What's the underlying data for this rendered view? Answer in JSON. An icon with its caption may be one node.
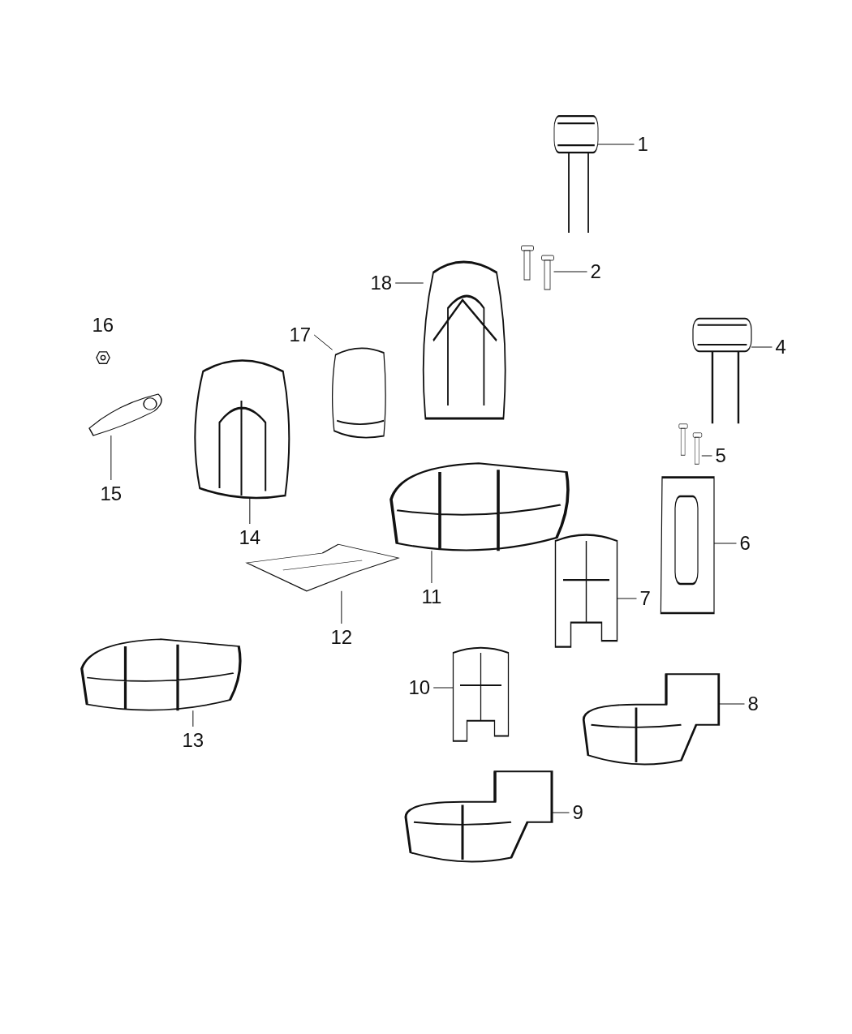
{
  "diagram": {
    "nodes": [
      {
        "text": [
          "1"
        ]
      },
      {
        "text": [],
        "shape": "picture"
      },
      {
        "text": [
          "2"
        ]
      },
      {
        "text": [],
        "shape": "picture"
      },
      {
        "text": [
          "4"
        ]
      },
      {
        "text": [],
        "shape": "picture"
      },
      {
        "text": [
          "5"
        ]
      },
      {
        "text": [],
        "shape": "picture"
      },
      {
        "text": [
          "6"
        ]
      },
      {
        "text": [],
        "shape": "picture"
      },
      {
        "text": [
          "7"
        ]
      },
      {
        "text": [],
        "shape": "picture"
      },
      {
        "text": [
          "8"
        ]
      },
      {
        "text": [],
        "shape": "picture"
      },
      {
        "text": [
          "9"
        ]
      },
      {
        "text": [],
        "shape": "picture"
      },
      {
        "text": [
          "10"
        ]
      },
      {
        "text": [],
        "shape": "picture"
      },
      {
        "text": [
          "11"
        ]
      },
      {
        "text": [],
        "shape": "picture"
      },
      {
        "text": [
          "12"
        ]
      },
      {
        "text": [],
        "shape": "picture"
      },
      {
        "text": [
          "13"
        ]
      },
      {
        "text": [],
        "shape": "picture"
      },
      {
        "text": [
          "14"
        ]
      },
      {
        "text": [],
        "shape": "picture"
      },
      {
        "text": [
          "15"
        ]
      },
      {
        "text": [],
        "shape": "picture"
      },
      {
        "text": [
          "17"
        ]
      },
      {
        "text": [],
        "shape": "picture"
      },
      {
        "text": [
          "18"
        ]
      },
      {
        "text": [],
        "shape": "picture"
      }
    ],
    "edges": [
      {
        "from": 0,
        "to": 1,
        "arrow": "none"
      },
      {
        "from": 2,
        "to": 3,
        "arrow": "none"
      },
      {
        "from": 4,
        "to": 5,
        "arrow": "none"
      },
      {
        "from": 6,
        "to": 7,
        "arrow": "none"
      },
      {
        "from": 8,
        "to": 9,
        "arrow": "none"
      },
      {
        "from": 10,
        "to": 11,
        "arrow": "none"
      },
      {
        "from": 12,
        "to": 13,
        "arrow": "none"
      },
      {
        "from": 14,
        "to": 15,
        "arrow": "none"
      },
      {
        "from": 16,
        "to": 17,
        "arrow": "none"
      },
      {
        "from": 18,
        "to": 19,
        "arrow": "none"
      },
      {
        "from": 20,
        "to": 21,
        "arrow": "none"
      },
      {
        "from": 22,
        "to": 23,
        "arrow": "none"
      },
      {
        "from": 24,
        "to": 25,
        "arrow": "none"
      },
      {
        "from": 26,
        "to": 27,
        "arrow": "none"
      },
      {
        "from": 28,
        "to": 29,
        "arrow": "none"
      },
      {
        "from": 30,
        "to": 31,
        "arrow": "none"
      }
    ],
    "labels": [
      "16"
    ]
  }
}
